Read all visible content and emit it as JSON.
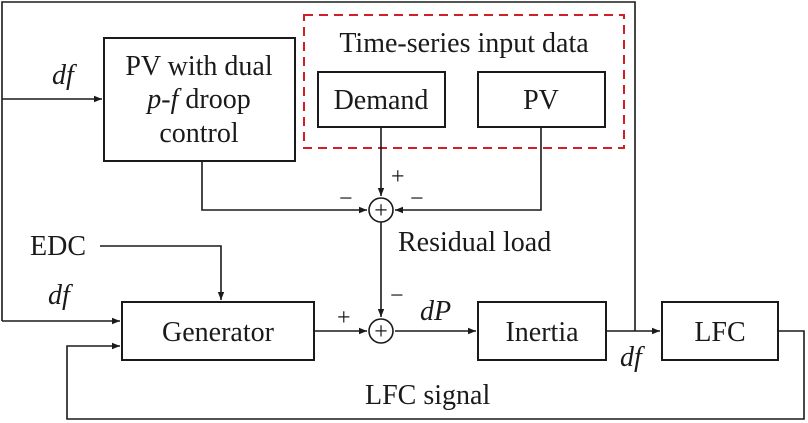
{
  "diagram": {
    "blocks": {
      "pv_droop": {
        "line1": "PV with dual",
        "line2_italic": "p-f",
        "line2_rest": " droop",
        "line3": "control"
      },
      "time_series_title": "Time-series input data",
      "demand": "Demand",
      "pv": "PV",
      "generator": "Generator",
      "inertia": "Inertia",
      "lfc": "LFC"
    },
    "labels": {
      "df_top": "df",
      "df_mid": "df",
      "df_right": "df",
      "edc": "EDC",
      "residual_load": "Residual load",
      "dP": "dP",
      "lfc_signal": "LFC signal"
    },
    "signs": {
      "top_plus": "+",
      "top_left_minus": "−",
      "top_right_minus": "−",
      "bottom_left_plus": "+",
      "bottom_top_minus": "−"
    },
    "sum_symbol": "+"
  }
}
